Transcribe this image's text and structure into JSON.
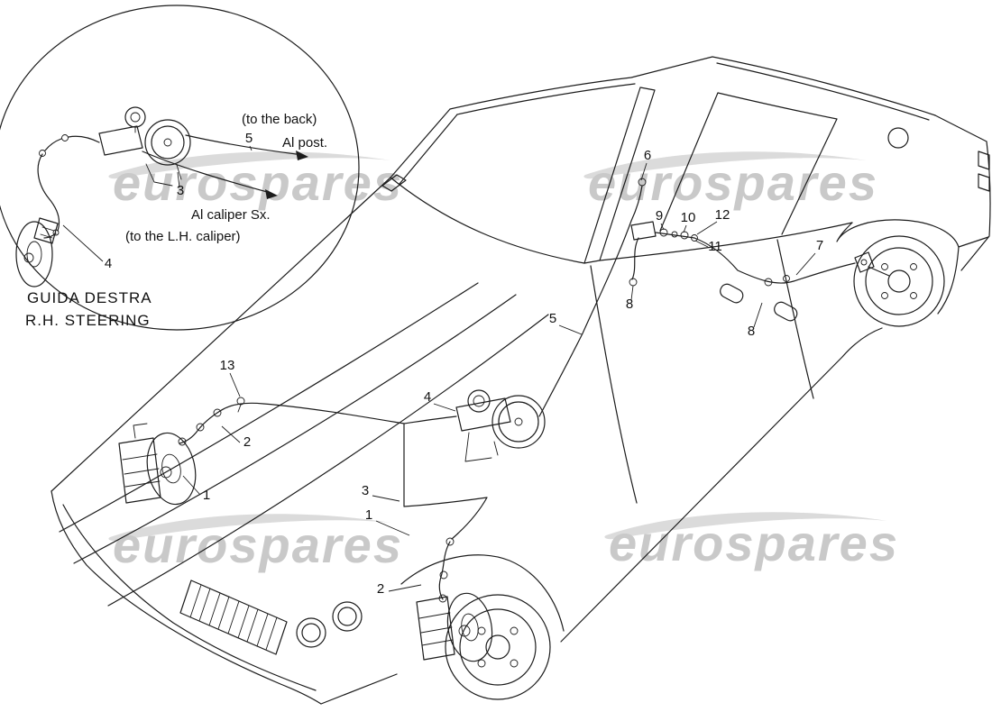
{
  "page": {
    "bg": "#ffffff",
    "ink": "#1c1c1c"
  },
  "watermark": {
    "text": "eurospares",
    "color": "#c9c9c9"
  },
  "inset": {
    "labels": {
      "to_back": "(to the back)",
      "al_post": "Al post.",
      "al_caliper_sx": "Al caliper Sx.",
      "to_lh_caliper": "(to the L.H. caliper)",
      "caption_line1": "GUIDA DESTRA",
      "caption_line2": "R.H. STEERING"
    },
    "callouts": [
      {
        "n": "5"
      },
      {
        "n": "3"
      },
      {
        "n": "4"
      }
    ]
  },
  "diagram": {
    "callouts": [
      {
        "n": "6"
      },
      {
        "n": "9"
      },
      {
        "n": "10"
      },
      {
        "n": "12"
      },
      {
        "n": "11"
      },
      {
        "n": "8"
      },
      {
        "n": "7"
      },
      {
        "n": "8"
      },
      {
        "n": "5"
      },
      {
        "n": "13"
      },
      {
        "n": "4"
      },
      {
        "n": "2"
      },
      {
        "n": "1"
      },
      {
        "n": "3"
      },
      {
        "n": "1"
      },
      {
        "n": "2"
      }
    ]
  }
}
